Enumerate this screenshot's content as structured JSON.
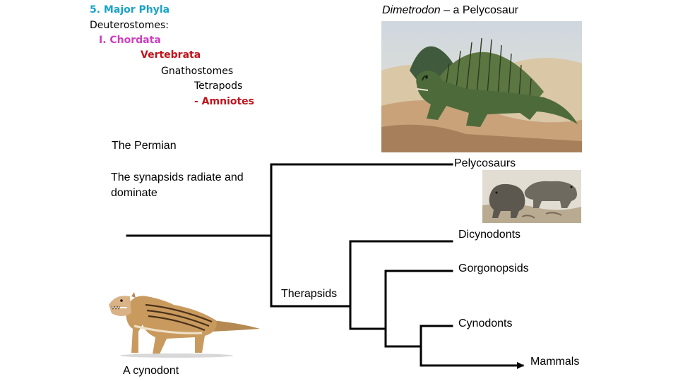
{
  "taxonomy": {
    "heading": "5. Major Phyla",
    "line1": "Deuterostomes:",
    "line2": "I. Chordata",
    "line3": "Vertebrata",
    "line4": "Gnathostomes",
    "line5": "Tetrapods",
    "line6": "- Amniotes"
  },
  "colors": {
    "heading": "#1aa3c8",
    "chordata": "#cc3fbf",
    "vertebrata": "#c0141c",
    "amniotes": "#c0141c"
  },
  "photo_caption": {
    "italic": "Dimetrodon",
    "rest": " – a Pelycosaur"
  },
  "period": "The Permian",
  "subtitle": "The synapsids radiate and dominate",
  "tree": {
    "pelycosaurs": "Pelycosaurs",
    "dicynodonts": "Dicynodonts",
    "gorgonopsids": "Gorgonopsids",
    "therapsids": "Therapsids",
    "cynodonts": "Cynodonts",
    "mammals": "Mammals"
  },
  "cynodont_caption": "A cynodont"
}
